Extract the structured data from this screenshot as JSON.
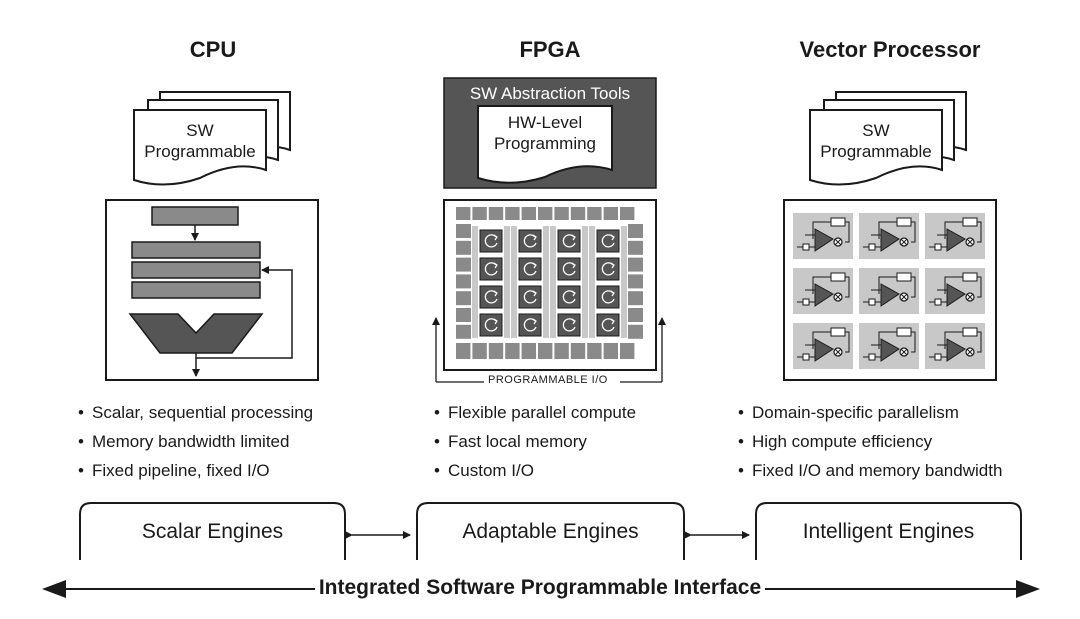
{
  "columns": [
    {
      "title": "CPU",
      "doc_line1": "SW",
      "doc_line2": "Programmable",
      "bullets": [
        "Scalar, sequential processing",
        "Memory bandwidth limited",
        "Fixed pipeline, fixed I/O"
      ],
      "engine": "Scalar Engines"
    },
    {
      "title": "FPGA",
      "abstraction_title": "SW Abstraction Tools",
      "doc_line1": "HW-Level",
      "doc_line2": "Programming",
      "io_label": "PROGRAMMABLE I/O",
      "bullets": [
        "Flexible parallel compute",
        "Fast local memory",
        "Custom I/O"
      ],
      "engine": "Adaptable Engines"
    },
    {
      "title": "Vector Processor",
      "doc_line1": "SW",
      "doc_line2": "Programmable",
      "bullets": [
        "Domain-specific parallelism",
        "High compute efficiency",
        "Fixed I/O and memory bandwidth"
      ],
      "engine": "Intelligent Engines"
    }
  ],
  "bottom_label": "Integrated Software Programmable Interface",
  "colors": {
    "dark_gray": "#555555",
    "mid_gray": "#8a8a8a",
    "light_gray": "#c8c8c8",
    "line": "#1a1a1a"
  }
}
